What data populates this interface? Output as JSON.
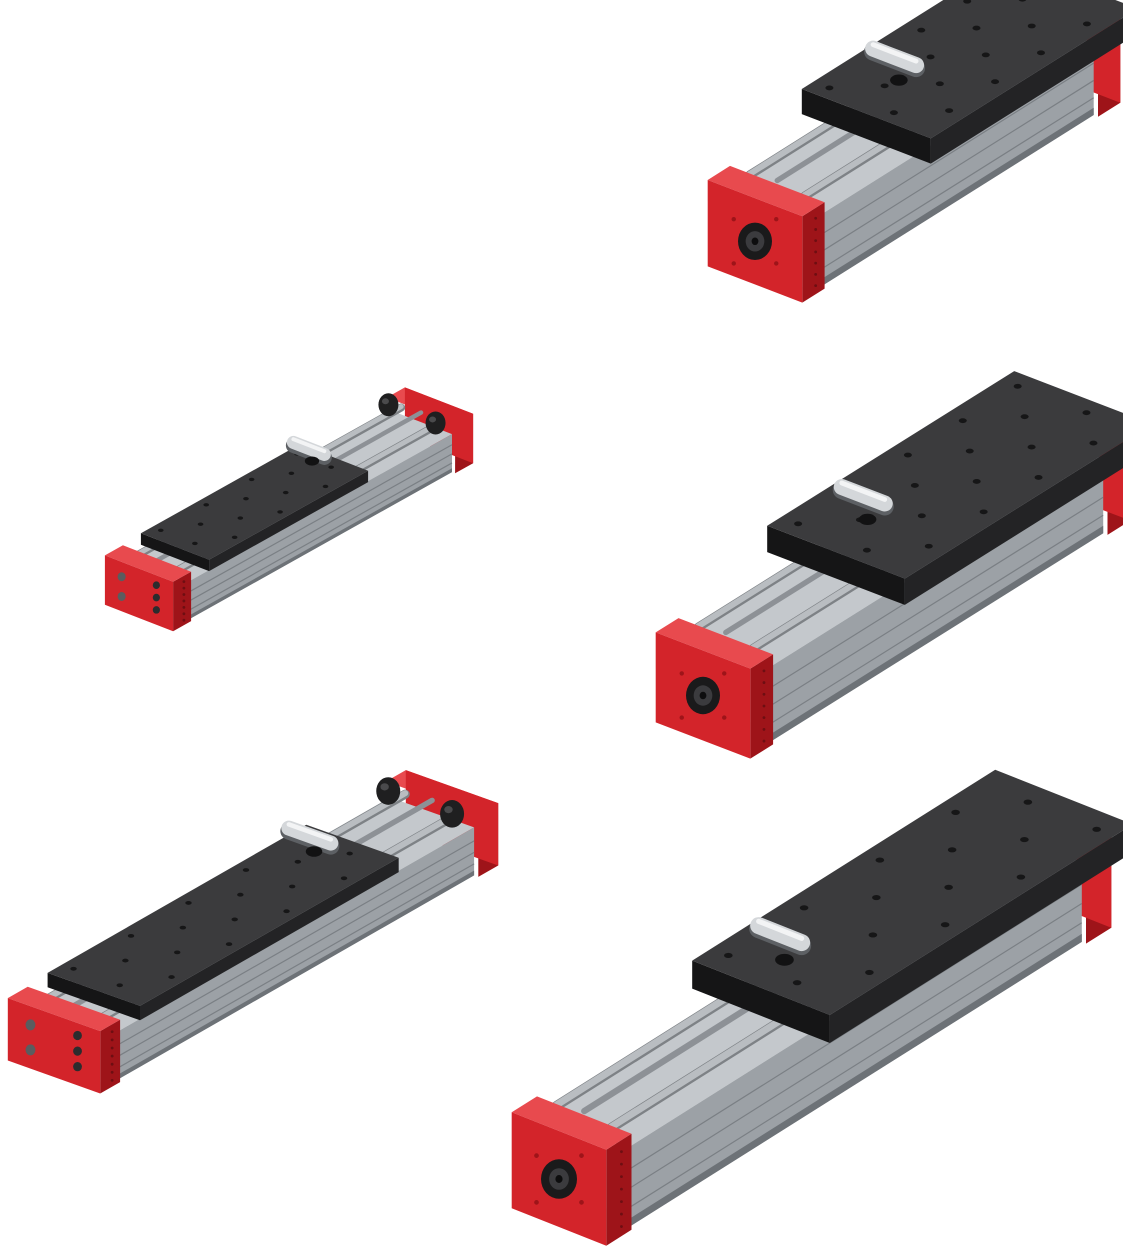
{
  "colors": {
    "background": "#ffffff",
    "end_cap": "#d3242a",
    "end_cap_shade": "#9e1419",
    "end_cap_top": "#e84a4e",
    "profile_light": "#c4c8cc",
    "profile_mid": "#9ca1a6",
    "profile_dark": "#6d7277",
    "carriage_top": "#3b3b3d",
    "carriage_side": "#232325",
    "carriage_front": "#151516",
    "rod": "#b9bdc1",
    "rod_shade": "#7e8286",
    "lever": "#d4d7da",
    "knob": "#1f1f20",
    "hole": "#101011"
  },
  "actuators": [
    {
      "id": "large-top-right",
      "icon": "linear-actuator-large-icon"
    },
    {
      "id": "small-middle-left",
      "icon": "linear-actuator-compact-icon"
    },
    {
      "id": "large-middle-right",
      "icon": "linear-actuator-large-icon"
    },
    {
      "id": "small-bottom-left",
      "icon": "linear-actuator-compact-long-icon"
    },
    {
      "id": "large-bottom-right",
      "icon": "linear-actuator-large-long-icon"
    }
  ]
}
